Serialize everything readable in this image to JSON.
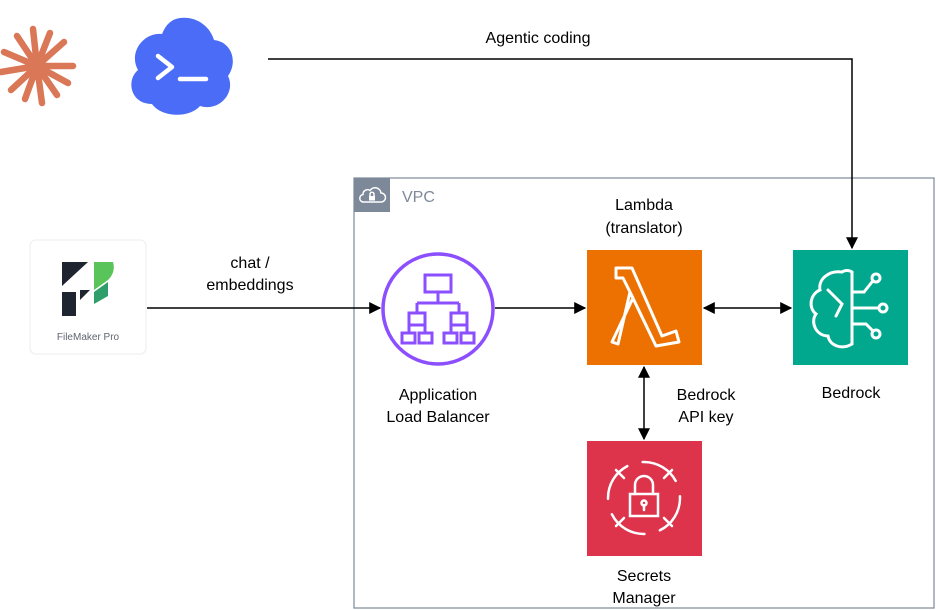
{
  "vpc": {
    "label": "VPC"
  },
  "edges": {
    "agentic": "Agentic coding",
    "chat_line1": "chat /",
    "chat_line2": "embeddings",
    "api_key_line1": "Bedrock",
    "api_key_line2": "API key"
  },
  "nodes": {
    "filemaker": {
      "label": "FileMaker Pro"
    },
    "alb": {
      "line1": "Application",
      "line2": "Load Balancer"
    },
    "lambda": {
      "line1": "Lambda",
      "line2": "(translator)"
    },
    "bedrock": {
      "label": "Bedrock"
    },
    "secrets": {
      "line1": "Secrets",
      "line2": "Manager"
    }
  },
  "colors": {
    "claude": "#d97757",
    "terminal_tool": "#4a6cf7",
    "alb": "#8c4fff",
    "lambda": "#ed7100",
    "bedrock": "#01a88d",
    "secrets": "#dd344c",
    "vpc_border": "#7d8998"
  },
  "icons": [
    "claude-starburst-icon",
    "terminal-cloud-icon",
    "filemaker-logo-icon",
    "load-balancer-icon",
    "lambda-icon",
    "brain-circuit-icon",
    "lock-icon",
    "cloud-lock-icon"
  ]
}
